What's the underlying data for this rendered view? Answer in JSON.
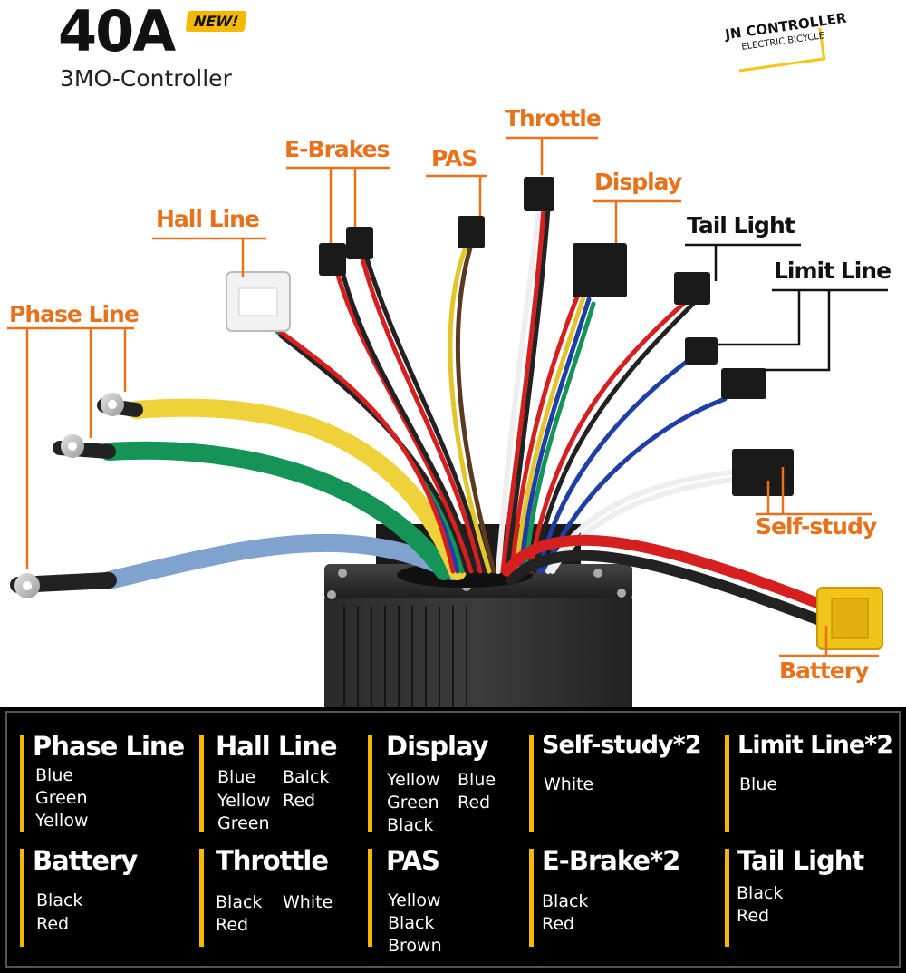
{
  "header": {
    "amperage": "40A",
    "badge": "NEW!",
    "subtitle": "3MO-Controller"
  },
  "brand": {
    "line1": "JN CONTROLLER",
    "line2": "ELECTRIC BICYCLE"
  },
  "callouts": {
    "throttle": "Throttle",
    "e_brakes": "E-Brakes",
    "pas": "PAS",
    "display": "Display",
    "hall_line": "Hall Line",
    "tail_light": "Tail Light",
    "limit_line": "Limit Line",
    "phase_line": "Phase Line",
    "self_study": "Self-study",
    "battery": "Battery"
  },
  "legend": {
    "phase_line": {
      "title": "Phase Line",
      "colors": [
        "Blue",
        "Green",
        "Yellow"
      ]
    },
    "hall_line": {
      "title": "Hall Line",
      "colors": [
        "Blue",
        "Balck",
        "Yellow",
        "Red",
        "Green"
      ]
    },
    "display": {
      "title": "Display",
      "colors": [
        "Yellow",
        "Blue",
        "Green",
        "Red",
        "Black"
      ]
    },
    "self_study": {
      "title": "Self-study*2",
      "colors": [
        "White"
      ]
    },
    "limit_line": {
      "title": "Limit Line*2",
      "colors": [
        "Blue"
      ]
    },
    "battery": {
      "title": "Battery",
      "colors": [
        "Black",
        "Red"
      ]
    },
    "throttle": {
      "title": "Throttle",
      "colors": [
        "Black",
        "White",
        "Red"
      ]
    },
    "pas": {
      "title": "PAS",
      "colors": [
        "Yellow",
        "Black",
        "Brown"
      ]
    },
    "e_brake": {
      "title": "E-Brake*2",
      "colors": [
        "Black",
        "Red"
      ]
    },
    "tail_light": {
      "title": "Tail Light",
      "colors": [
        "Black",
        "Red"
      ]
    }
  },
  "colors": {
    "accent_orange": "#e8711c",
    "legend_bar": "#f5b800",
    "legend_bg": "#000000"
  }
}
